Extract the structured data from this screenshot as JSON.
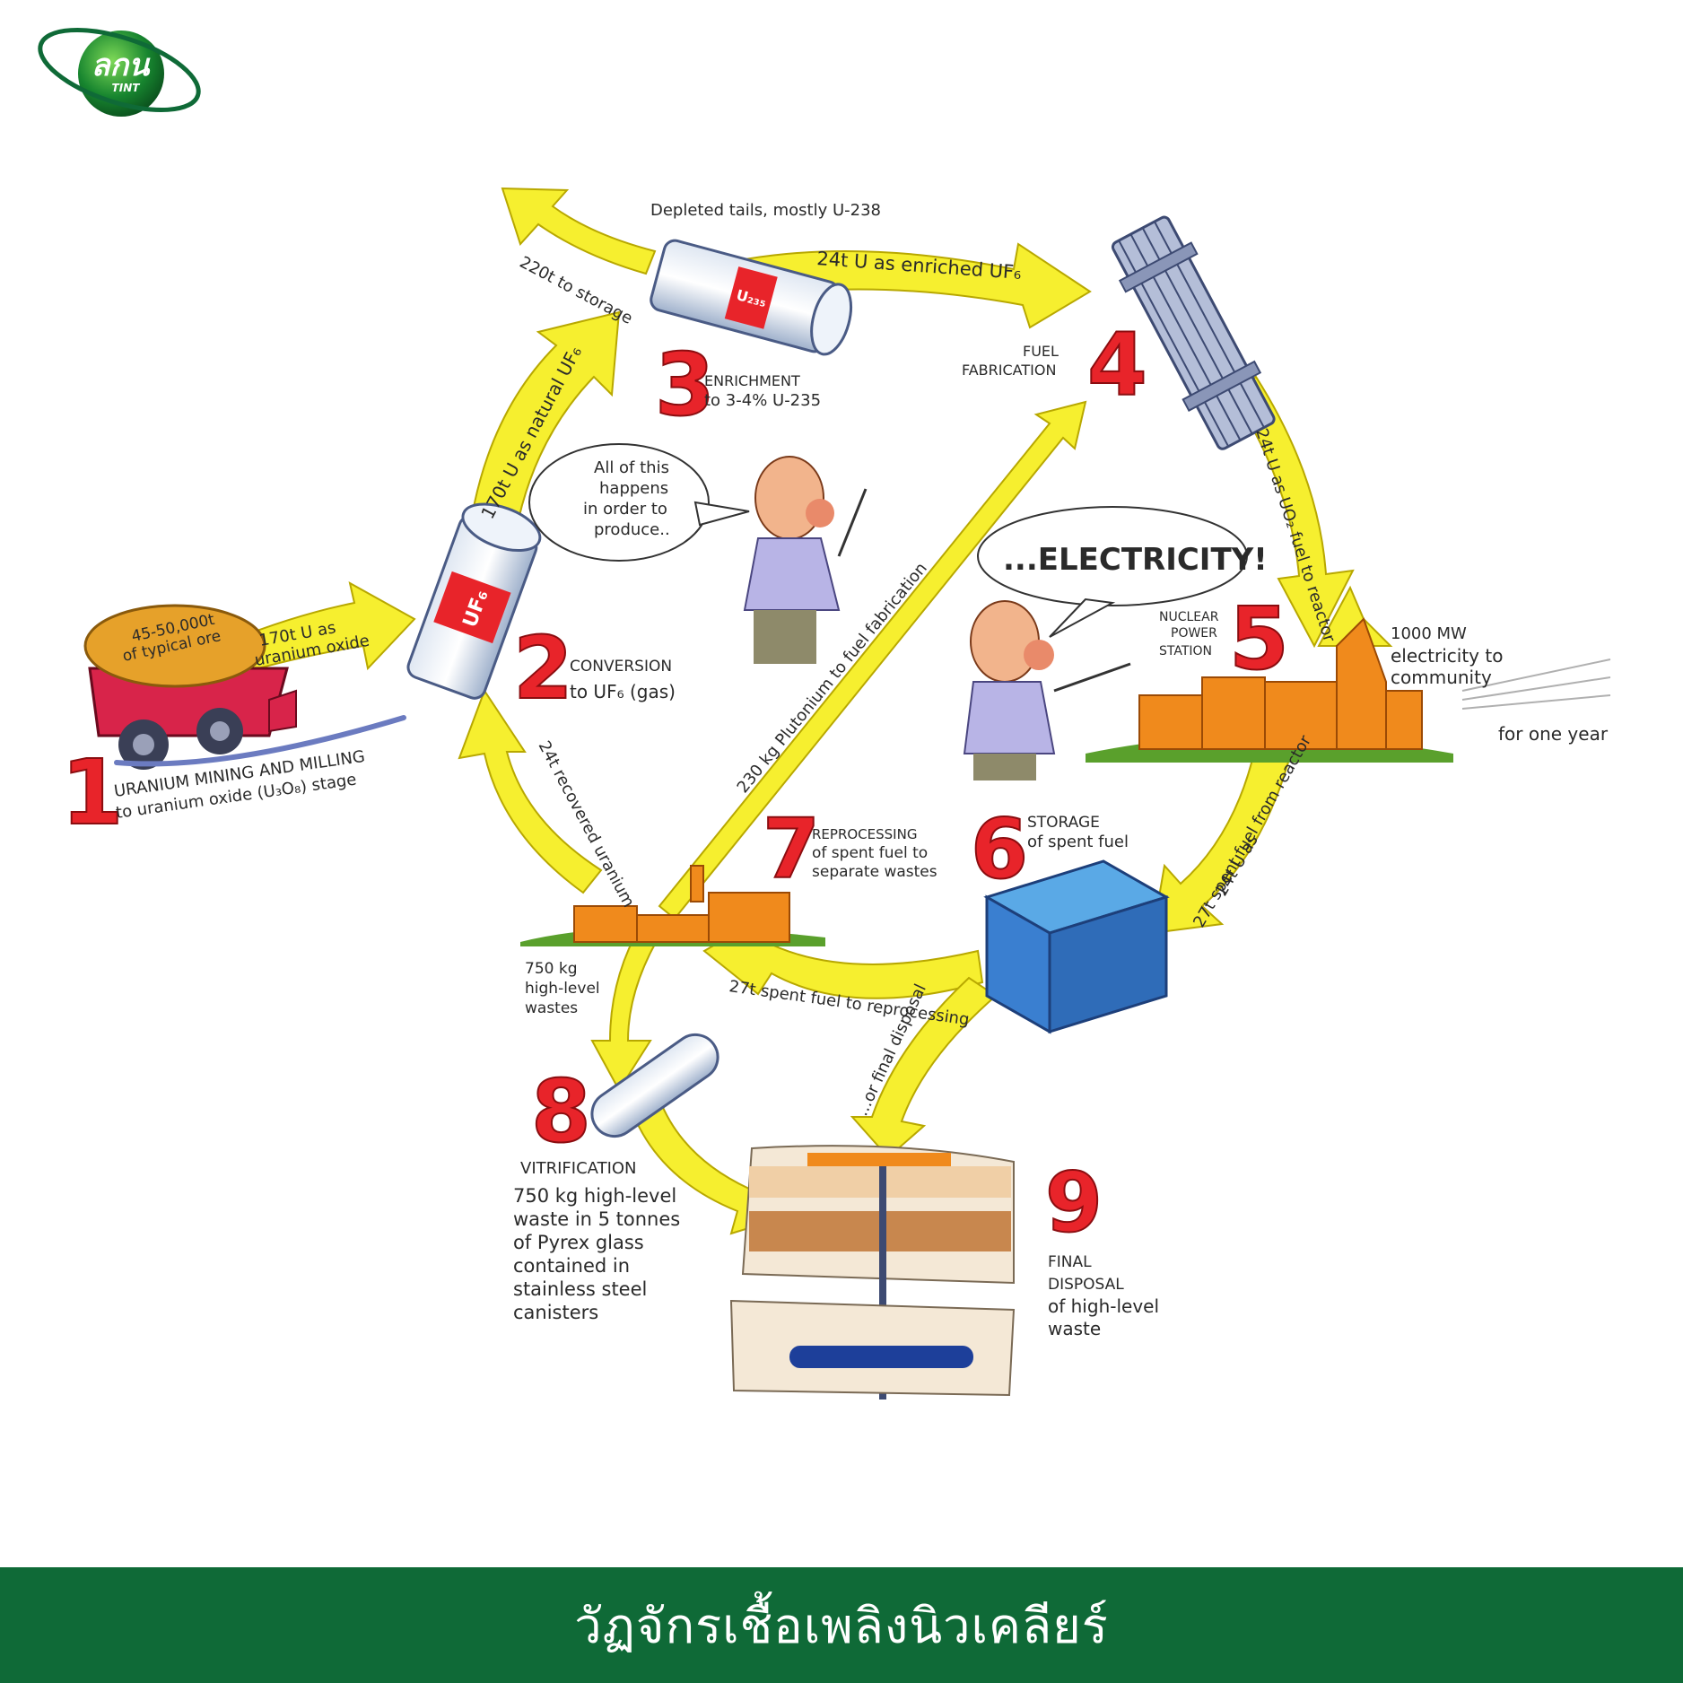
{
  "logo": {
    "text_main": "ลกน",
    "text_sub": "TINT"
  },
  "stages": {
    "s1": {
      "num": "1",
      "line1": "URANIUM MINING AND MILLING",
      "line2": "to uranium oxide (U₃O₈) stage"
    },
    "s2": {
      "num": "2",
      "line1": "CONVERSION",
      "line2": "to UF₆ (gas)"
    },
    "s3": {
      "num": "3",
      "line1": "ENRICHMENT",
      "line2": "to 3-4% U-235"
    },
    "s4": {
      "num": "4",
      "line1": "FUEL",
      "line2": "FABRICATION"
    },
    "s5": {
      "num": "5",
      "line1": "NUCLEAR",
      "line2": "POWER",
      "line3": "STATION"
    },
    "s6": {
      "num": "6",
      "line1": "STORAGE",
      "line2": "of spent fuel"
    },
    "s7": {
      "num": "7",
      "line1": "REPROCESSING",
      "line2": "of spent fuel to",
      "line3": "separate wastes"
    },
    "s8": {
      "num": "8",
      "line1": "VITRIFICATION",
      "line2": "750 kg high-level",
      "line3": "waste in 5 tonnes",
      "line4": "of Pyrex glass",
      "line5": "contained in",
      "line6": "stainless steel",
      "line7": "canisters"
    },
    "s9": {
      "num": "9",
      "line1": "FINAL",
      "line2": "DISPOSAL",
      "line3": "of high-level",
      "line4": "waste"
    }
  },
  "flows": {
    "truck_load1": "45-50,000t",
    "truck_load2": "of typical ore",
    "u_oxide1": "170t U as",
    "u_oxide2": "uranium oxide",
    "natural_uf6": "170t U as natural UF₆",
    "to_storage": "220t to storage",
    "depleted": "Depleted tails, mostly U-238",
    "enriched": "24t U as enriched UF₆",
    "uo2_fuel": "24t U as UO₂ fuel to reactor",
    "spent1": "24t U as",
    "spent2": "27t spent fuel from reactor",
    "spent_reprocessing": "27t spent fuel to reprocessing",
    "final_disposal": "...or final disposal",
    "recovered_u": "24t recovered uranium",
    "plutonium": "230 kg Plutonium to fuel fabrication",
    "hlw1": "750 kg",
    "hlw2": "high-level",
    "hlw3": "wastes",
    "electricity1": "1000 MW",
    "electricity2": "electricity to",
    "electricity3": "community",
    "one_year": "for one year"
  },
  "canister_labels": {
    "uf6": "UF₆",
    "u235": "U₂₃₅"
  },
  "speech": {
    "bubble1_l1": "All of this",
    "bubble1_l2": "happens",
    "bubble1_l3": "in order to",
    "bubble1_l4": "produce..",
    "bubble2": "...ELECTRICITY!"
  },
  "footer": {
    "title": "วัฏจักรเชื้อเพลิงนิวเคลียร์"
  },
  "colors": {
    "arrow": "#f6ef2f",
    "arrow_stroke": "#b8a800",
    "number": "#e8242a",
    "footer_bg": "#0f6a37",
    "building": "#f08a1c",
    "grass": "#5aa02c"
  }
}
